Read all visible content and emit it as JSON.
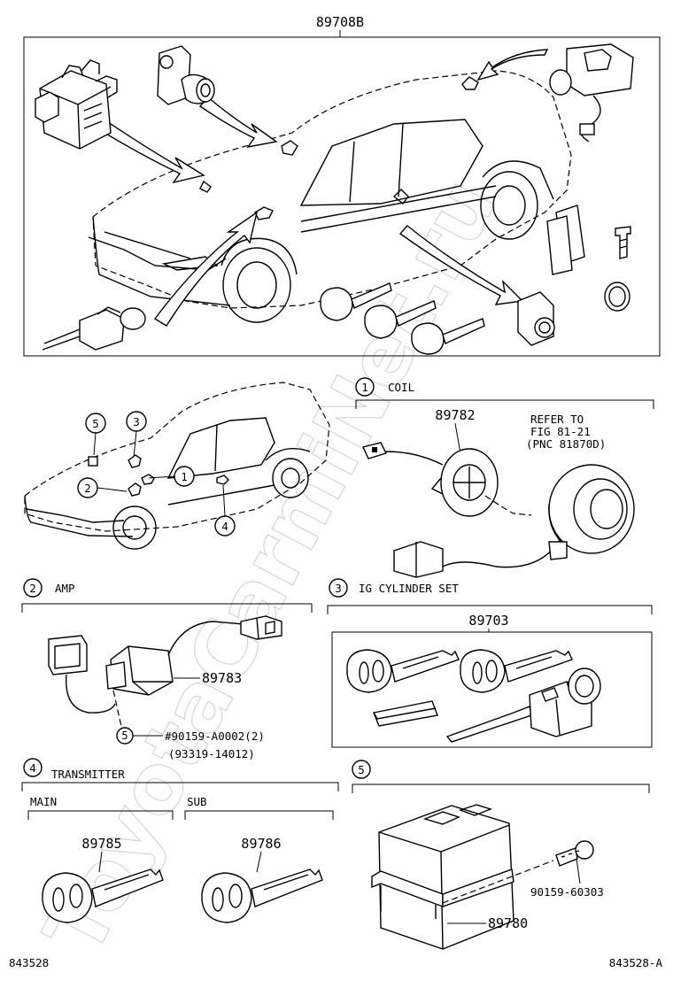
{
  "watermark": "ToyotaCarmiNet.ru",
  "top_assembly": {
    "part_number": "89708B"
  },
  "callouts": [
    "1",
    "2",
    "3",
    "4",
    "5"
  ],
  "sections": {
    "coil": {
      "index": "1",
      "title": "COIL",
      "part_number": "89782",
      "refer": [
        "REFER TO",
        "FIG 81-21",
        "(PNC 81870D)"
      ]
    },
    "amp": {
      "index": "2",
      "title": "AMP",
      "part_number": "89783",
      "bolt_callout": "5",
      "bolt_part": "#90159-A0002(2)",
      "bolt_alt": "(93319-14012)"
    },
    "ig_cylinder_set": {
      "index": "3",
      "title": "IG CYLINDER SET",
      "part_number": "89703"
    },
    "transmitter": {
      "index": "4",
      "title": "TRANSMITTER",
      "main": {
        "label": "MAIN",
        "part_number": "89785"
      },
      "sub": {
        "label": "SUB",
        "part_number": "89786"
      }
    },
    "ecu": {
      "index": "5",
      "part_number": "89780",
      "bolt_part": "90159-60303"
    }
  },
  "footer": {
    "left": "843528",
    "right": "843528-A"
  }
}
